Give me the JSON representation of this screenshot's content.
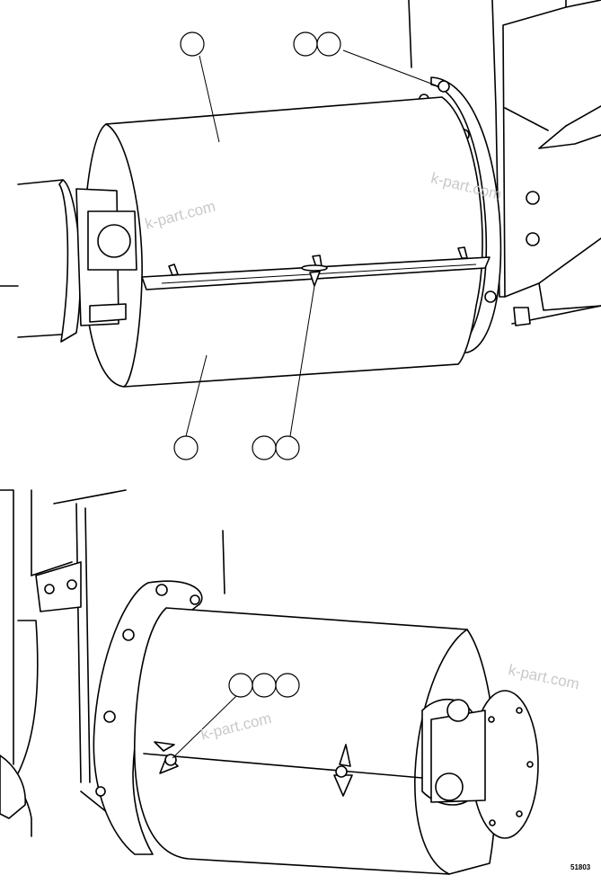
{
  "watermark": {
    "text": "k-part.com"
  },
  "figure": {
    "code": "51803"
  },
  "callouts": {
    "top_muffler": 1,
    "top_flange_bolts": 2,
    "top_lower_body": 1,
    "top_strap_bolts": 2,
    "bottom_strap_hardware": 3
  }
}
